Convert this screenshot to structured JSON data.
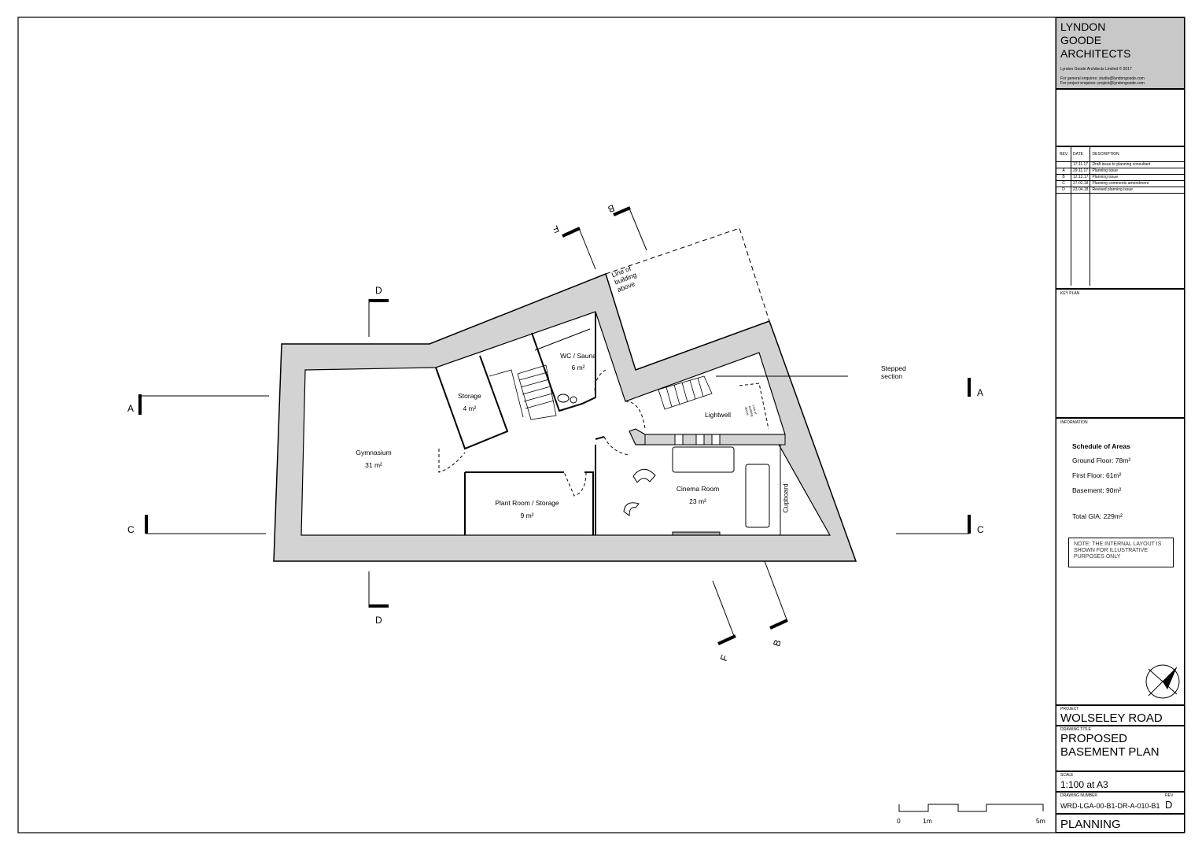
{
  "practice": {
    "name_lines": [
      "LYNDON",
      "GOODE",
      "ARCHITECTS"
    ],
    "copyright": "Lyndon Goode Architects Limited © 2017",
    "general_enquiries": "For general enquires: studio@lyndongoode.com",
    "project_enquiries": "For project enquires: project@lyndongoode.com"
  },
  "revisions": {
    "headers": [
      "REV",
      "DATE",
      "DESCRIPTION"
    ],
    "rows": [
      {
        "rev": "",
        "date": "17.11.17",
        "description": "Draft issue to planning consultant"
      },
      {
        "rev": "A",
        "date": "29.11.17",
        "description": "Planning issue"
      },
      {
        "rev": "B",
        "date": "12.12.17",
        "description": "Planning issue"
      },
      {
        "rev": "C",
        "date": "27.02.18",
        "description": "Planning comments amendment"
      },
      {
        "rev": "D",
        "date": "23.04.18",
        "description": "Revised planning issue"
      }
    ]
  },
  "key_plan_label": "KEY PLAN",
  "information": {
    "label": "INFORMATION",
    "schedule_title": "Schedule of Areas",
    "ground_floor": "Ground Floor: 78m²",
    "first_floor": "First Floor: 61m²",
    "basement": "Basement: 90m²",
    "total": "Total GIA: 229m²",
    "note": "NOTE: THE INTERNAL LAYOUT IS SHOWN FOR ILLUSTRATIVE PURPOSES ONLY"
  },
  "project": {
    "label": "PROJECT",
    "value": "WOLSELEY ROAD"
  },
  "drawing_title": {
    "label": "DRAWING TITLE",
    "line1": "PROPOSED",
    "line2": "BASEMENT PLAN"
  },
  "scale": {
    "label": "SCALE",
    "value": "1:100 at A3"
  },
  "drawing_number": {
    "label": "DRAWING NUMBER",
    "value": "WRD-LGA-00-B1-DR-A-010-B1",
    "rev_label": "REV",
    "rev": "D"
  },
  "status": "PLANNING",
  "plan": {
    "rooms": {
      "gym": {
        "name": "Gymnasium",
        "area": "31 m²"
      },
      "storage": {
        "name": "Storage",
        "area": "4 m²"
      },
      "wc": {
        "name": "WC / Sauna",
        "area": "6 m²"
      },
      "plant": {
        "name": "Plant Room / Storage",
        "area": "9 m²"
      },
      "cinema": {
        "name": "Cinema Room",
        "area": "23 m²"
      },
      "lightwell": {
        "name": "Lightwell"
      },
      "cupboard": {
        "name": "Cupboard"
      }
    },
    "line_of_building_above": "Line of building above",
    "stepped_section": "Stepped section",
    "sections": {
      "a": "A",
      "b": "B",
      "c": "C",
      "d": "D",
      "f": "F"
    }
  },
  "scale_bar": {
    "zero": "0",
    "one": "1m",
    "five": "5m"
  }
}
